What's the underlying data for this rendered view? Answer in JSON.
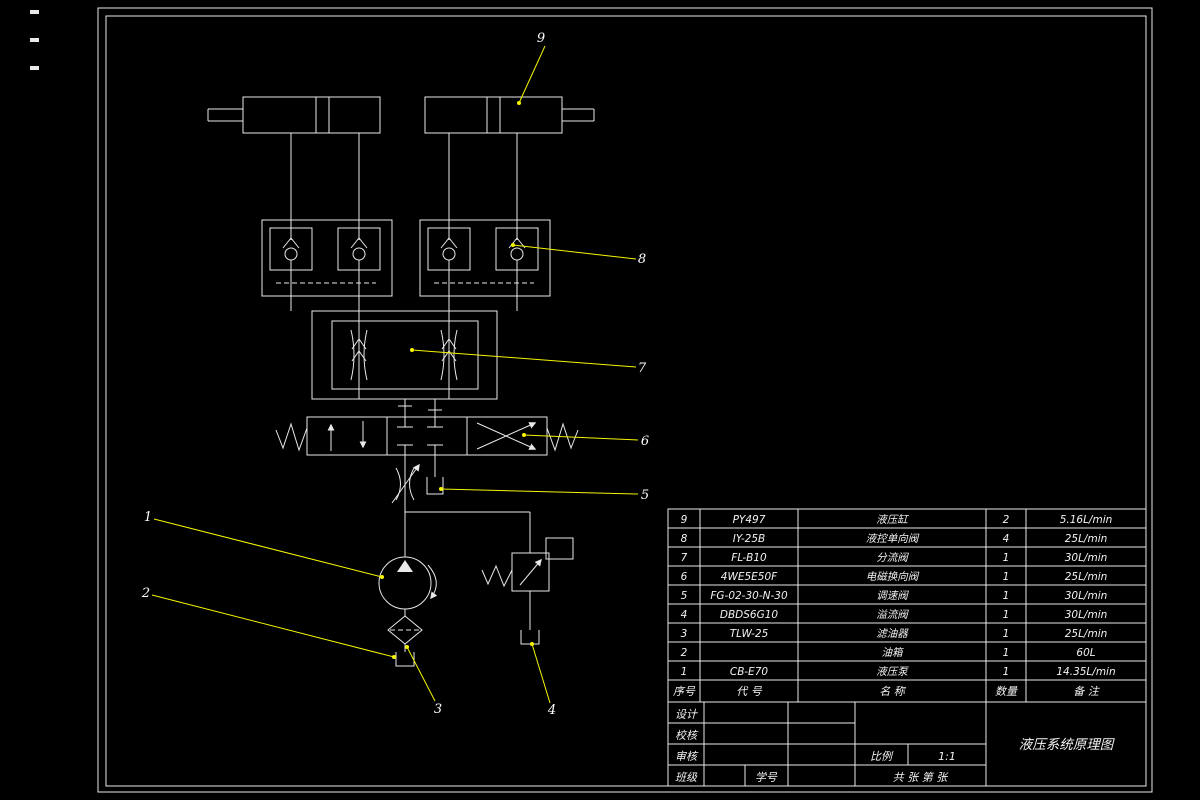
{
  "colors": {
    "background": "#000000",
    "line": "#e9e9e9",
    "leader": "#f5f500"
  },
  "callouts": {
    "c1": "1",
    "c2": "2",
    "c3": "3",
    "c4": "4",
    "c5": "5",
    "c6": "6",
    "c7": "7",
    "c8": "8",
    "c9": "9"
  },
  "bom": {
    "headers": {
      "seq": "序号",
      "code": "代  号",
      "name": "名  称",
      "qty": "数量",
      "remark": "备  注"
    },
    "rows": [
      {
        "seq": "9",
        "code": "PY497",
        "name": "液压缸",
        "qty": "2",
        "remark": "5.16L/min"
      },
      {
        "seq": "8",
        "code": "IY-25B",
        "name": "液控单向阀",
        "qty": "4",
        "remark": "25L/min"
      },
      {
        "seq": "7",
        "code": "FL-B10",
        "name": "分流阀",
        "qty": "1",
        "remark": "30L/min"
      },
      {
        "seq": "6",
        "code": "4WE5E50F",
        "name": "电磁换向阀",
        "qty": "1",
        "remark": "25L/min"
      },
      {
        "seq": "5",
        "code": "FG-02-30-N-30",
        "name": "调速阀",
        "qty": "1",
        "remark": "30L/min"
      },
      {
        "seq": "4",
        "code": "DBDS6G10",
        "name": "溢流阀",
        "qty": "1",
        "remark": "30L/min"
      },
      {
        "seq": "3",
        "code": "TLW-25",
        "name": "滤油器",
        "qty": "1",
        "remark": "25L/min"
      },
      {
        "seq": "2",
        "code": "",
        "name": "油箱",
        "qty": "1",
        "remark": "60L"
      },
      {
        "seq": "1",
        "code": "CB-E70",
        "name": "液压泵",
        "qty": "1",
        "remark": "14.35L/min"
      }
    ]
  },
  "title_block": {
    "design_label": "设计",
    "check_label": "校核",
    "review_label": "审核",
    "class_label": "班级",
    "student_label": "学号",
    "scale_label": "比例",
    "scale_value": "1:1",
    "sheet_text": "共  张  第  张",
    "drawing_title": "液压系统原理图"
  }
}
